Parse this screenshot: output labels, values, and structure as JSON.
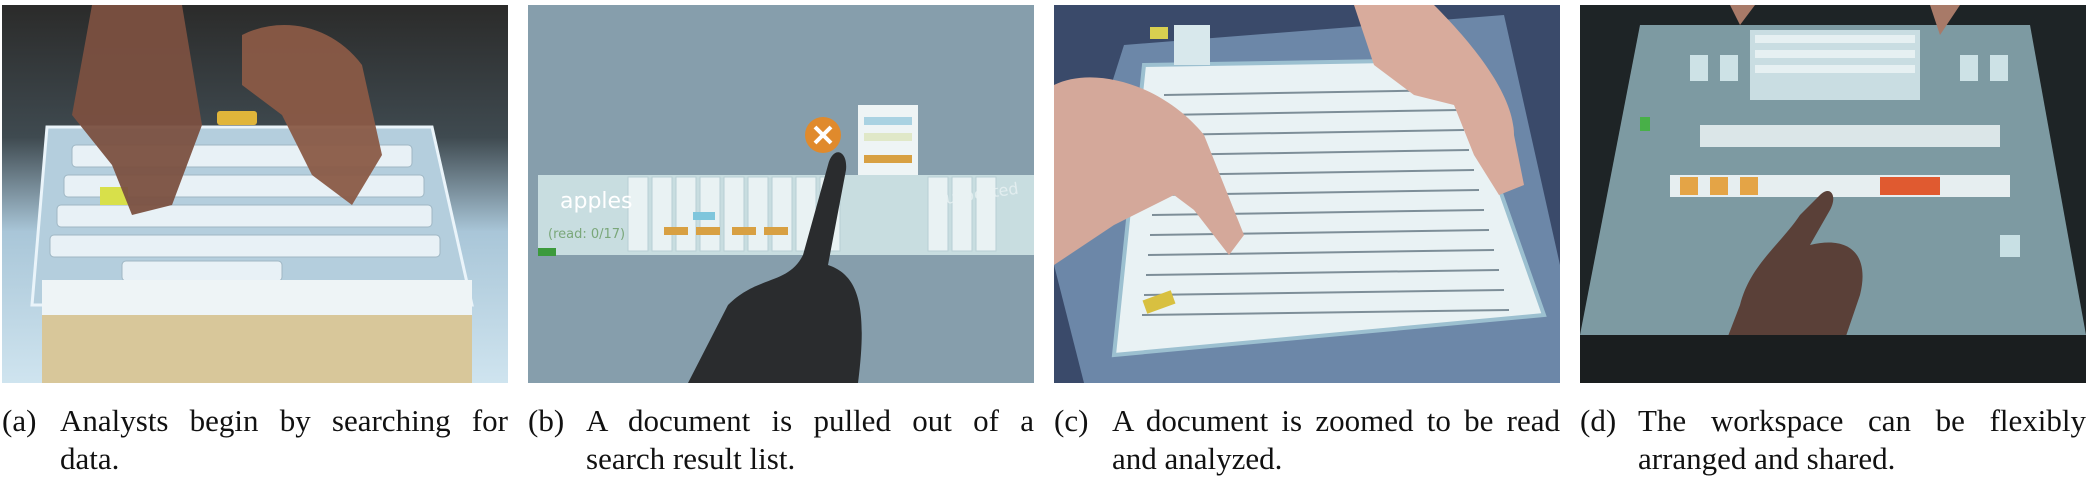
{
  "figure": {
    "panels": [
      {
        "label": "(a)",
        "caption": "Analysts begin by searching for data."
      },
      {
        "label": "(b)",
        "caption": "A document is pulled out of a search result list."
      },
      {
        "label": "(c)",
        "caption": "A document is zoomed to be read and analyzed."
      },
      {
        "label": "(d)",
        "caption": "The workspace can be flexibly arranged and shared."
      }
    ],
    "panel_b_text": {
      "term": "apples",
      "read_count": "(read: 0/17)",
      "tag": "suspected"
    }
  }
}
